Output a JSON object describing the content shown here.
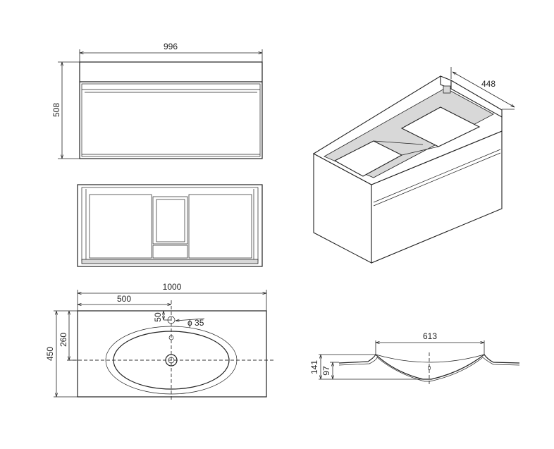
{
  "front_view": {
    "width_label": "996",
    "height_label": "508"
  },
  "iso_view": {
    "depth_label": "448"
  },
  "basin_plan": {
    "width_label": "1000",
    "half_width_label": "500",
    "depth_label": "450",
    "drain_offset_label": "260",
    "tap_offset_label": "50",
    "tap_hole_label": "ϕ 35"
  },
  "basin_section": {
    "bowl_width_label": "613",
    "total_height_label": "141",
    "bowl_depth_label": "97"
  }
}
